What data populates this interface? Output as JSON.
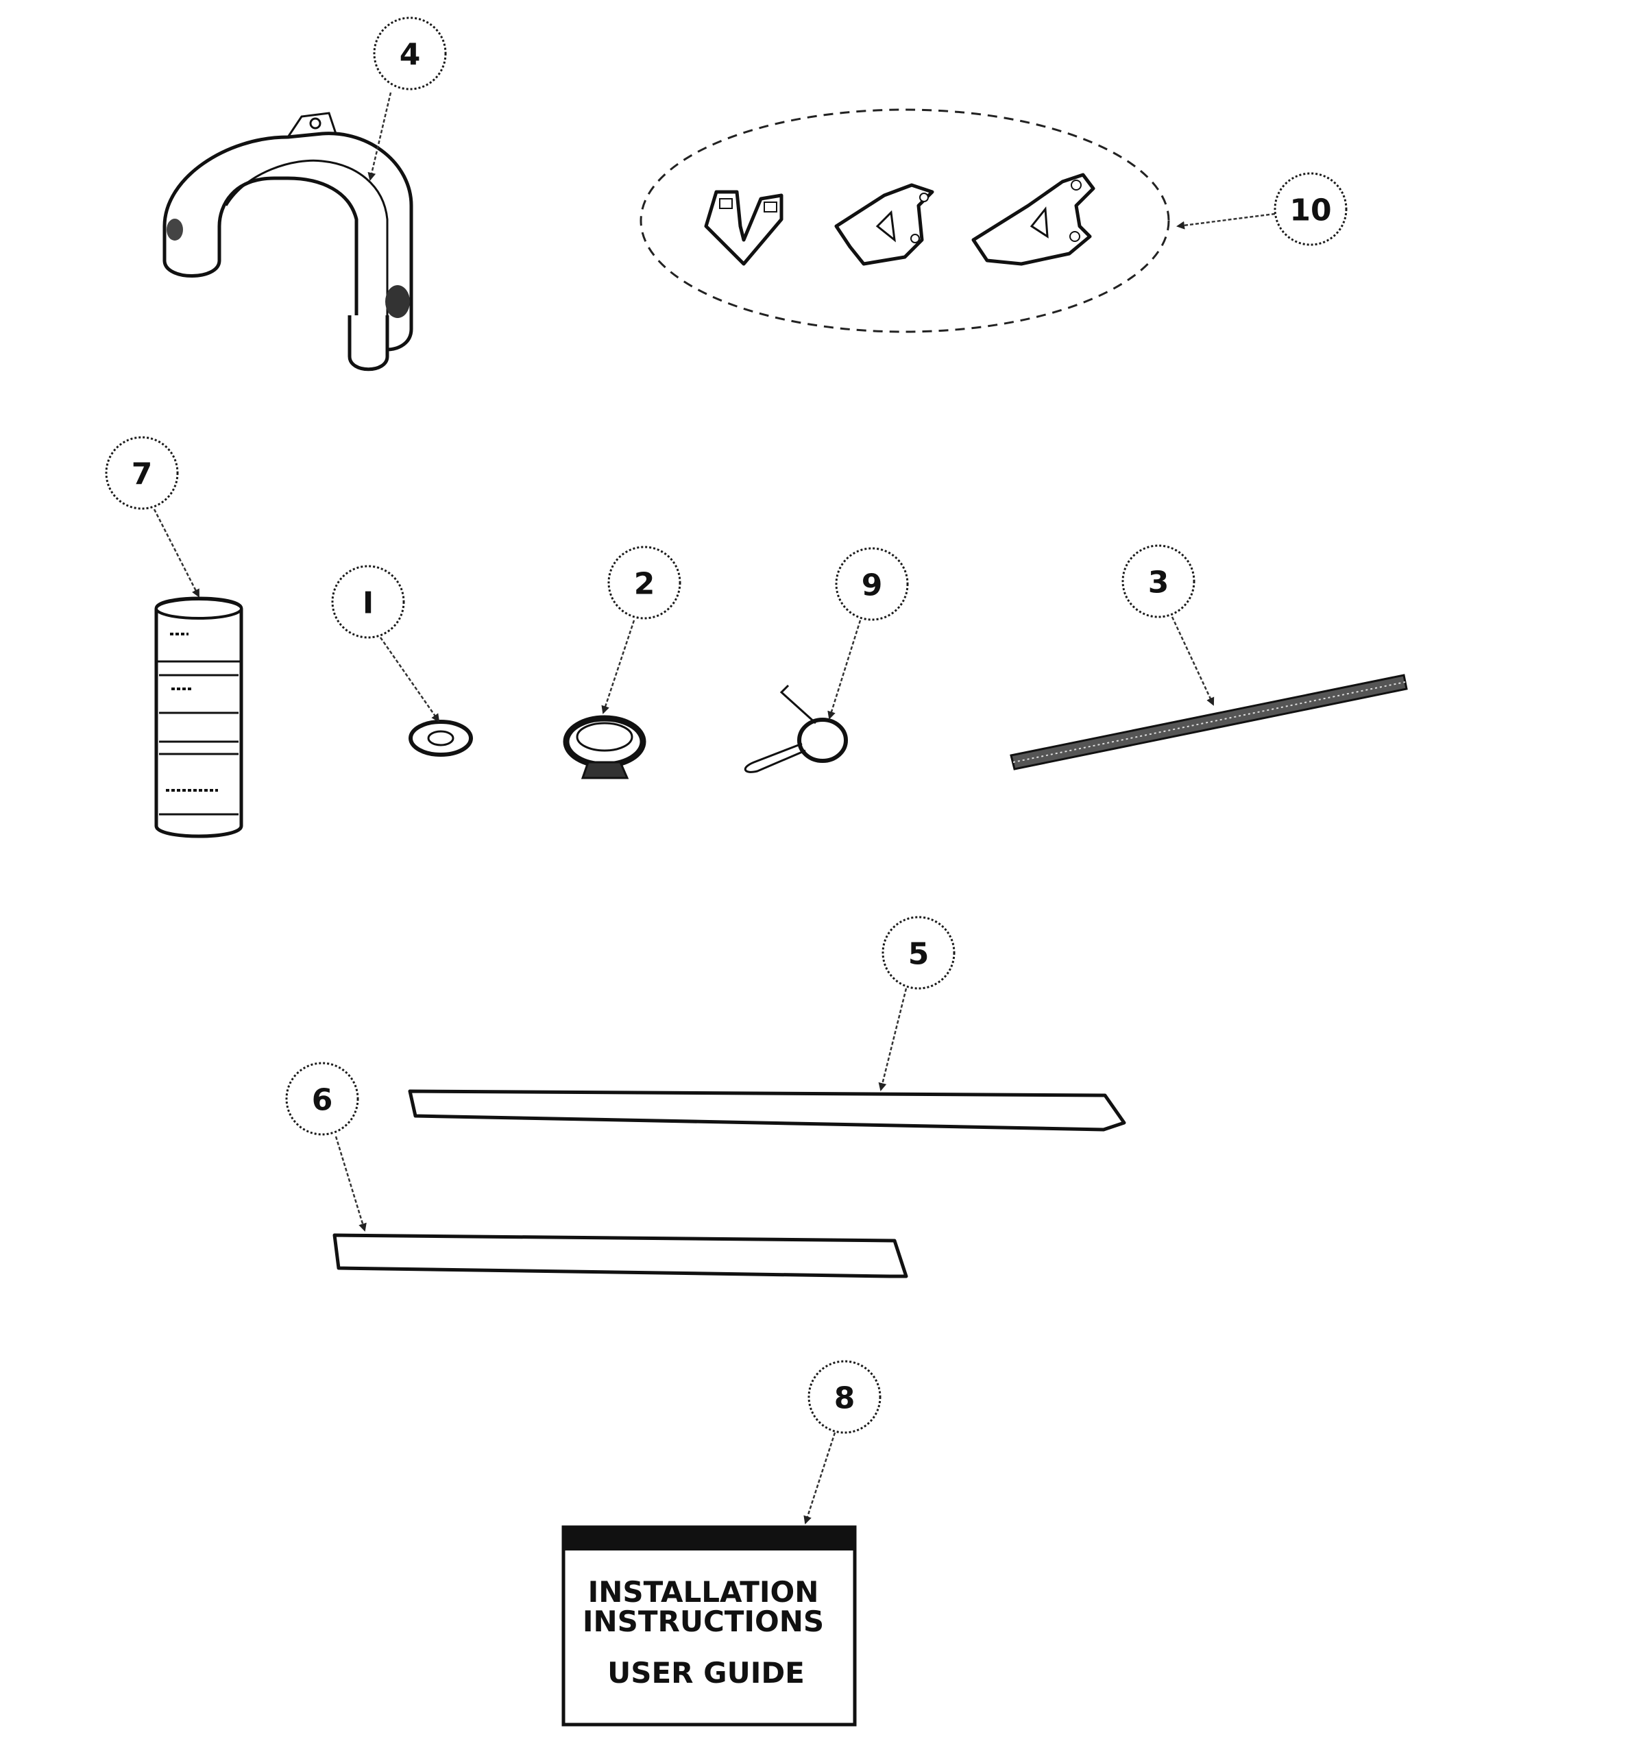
{
  "diagram": {
    "callouts": [
      {
        "id": "4",
        "label": "4"
      },
      {
        "id": "10",
        "label": "10"
      },
      {
        "id": "7",
        "label": "7"
      },
      {
        "id": "1",
        "label": "I"
      },
      {
        "id": "2",
        "label": "2"
      },
      {
        "id": "9",
        "label": "9"
      },
      {
        "id": "3",
        "label": "3"
      },
      {
        "id": "5",
        "label": "5"
      },
      {
        "id": "6",
        "label": "6"
      },
      {
        "id": "8",
        "label": "8"
      }
    ],
    "guide": {
      "line1": "INSTALLATION",
      "line2": "INSTRUCTIONS",
      "line3": "USER GUIDE"
    },
    "colors": {
      "ink": "#111111",
      "paper": "#ffffff"
    }
  }
}
